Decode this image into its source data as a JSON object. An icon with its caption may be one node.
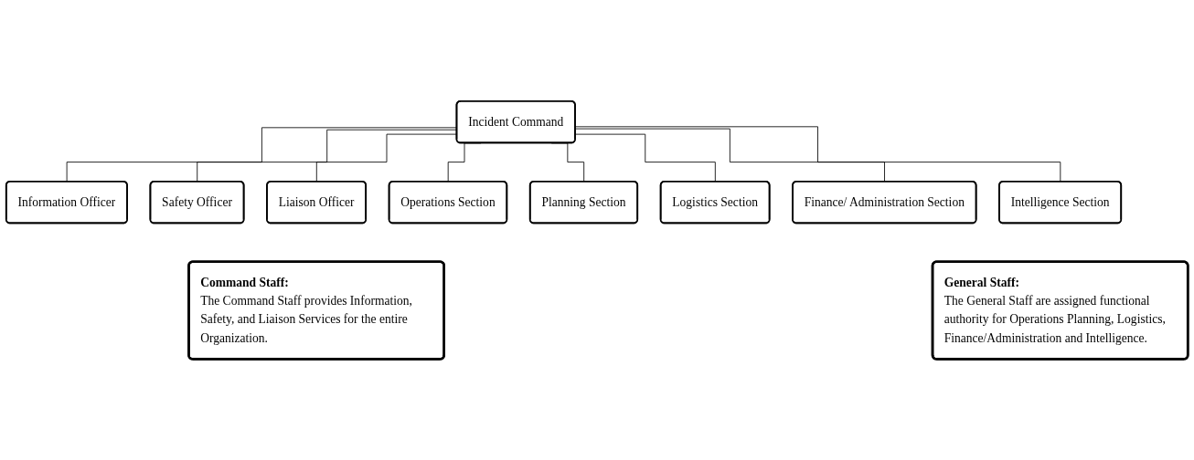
{
  "diagram": {
    "nodes": [
      {
        "text": [
          "Incident Command"
        ]
      },
      {
        "text": [
          "Information Officer"
        ]
      },
      {
        "text": [
          "Safety Officer"
        ]
      },
      {
        "text": [
          "Liaison Officer"
        ]
      },
      {
        "text": [
          "Command Staff:",
          "The Command Staff provides Information, Safety, and Liaison Services for the entire Organization."
        ]
      },
      {
        "text": [
          "Operations Section"
        ]
      },
      {
        "text": [
          "Planning Section"
        ]
      },
      {
        "text": [
          "Logistics Section"
        ]
      },
      {
        "text": [
          "Finance/ Administration Section"
        ]
      },
      {
        "text": [
          "Intelligence Section"
        ]
      },
      {
        "text": [
          "General Staff:",
          "The General Staff are assigned functional authority for Operations Planning, Logistics, Finance/Administration and Intelligence."
        ]
      }
    ],
    "edges": [
      {
        "from": 0,
        "to": 1,
        "arrow": "none"
      },
      {
        "from": 0,
        "to": 2,
        "arrow": "none"
      },
      {
        "from": 0,
        "to": 3,
        "arrow": "none"
      },
      {
        "from": 0,
        "to": 5,
        "arrow": "none"
      },
      {
        "from": 0,
        "to": 6,
        "arrow": "none"
      },
      {
        "from": 0,
        "to": 7,
        "arrow": "none"
      },
      {
        "from": 0,
        "to": 8,
        "arrow": "none"
      },
      {
        "from": 0,
        "to": 9,
        "arrow": "none"
      }
    ]
  }
}
